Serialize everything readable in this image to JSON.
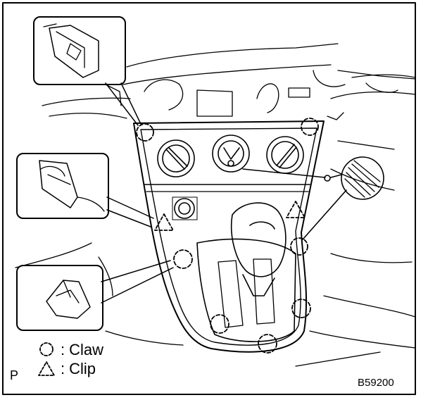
{
  "legend": {
    "claw": {
      "symbol": "circle-dashed",
      "label": "Claw"
    },
    "clip": {
      "symbol": "triangle-dashed",
      "label": "Clip"
    }
  },
  "corner_letter": "P",
  "figure_code": "B59200",
  "colors": {
    "line": "#000000",
    "background": "#ffffff"
  }
}
